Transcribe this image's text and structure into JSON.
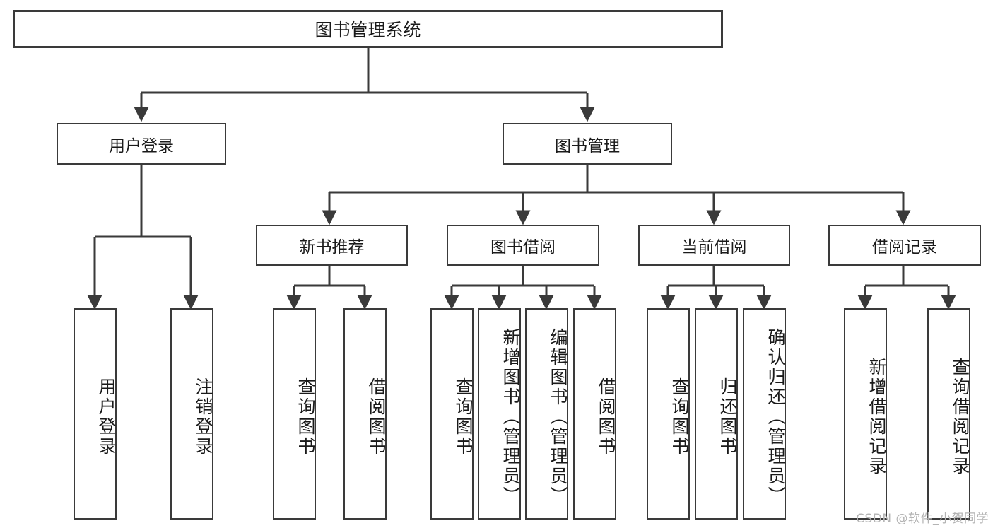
{
  "diagram": {
    "type": "tree-hierarchy",
    "title": "图书管理系统",
    "watermark": "CSDN @软件_小贺同学",
    "colors": {
      "stroke": "#3a3a3a",
      "fill": "#ffffff",
      "text": "#1a1a1a",
      "watermark": "#b4b4b4"
    },
    "nodes": {
      "root": {
        "label": "图书管理系统"
      },
      "level2": [
        {
          "id": "user-login",
          "label": "用户登录"
        },
        {
          "id": "book-manage",
          "label": "图书管理"
        }
      ],
      "level3": [
        {
          "id": "new-book-recommend",
          "label": "新书推荐"
        },
        {
          "id": "book-borrow",
          "label": "图书借阅"
        },
        {
          "id": "current-borrow",
          "label": "当前借阅"
        },
        {
          "id": "borrow-record",
          "label": "借阅记录"
        }
      ],
      "leaves": [
        {
          "id": "leaf-user-login",
          "parent": "user-login",
          "label": "用户登录"
        },
        {
          "id": "leaf-logout-login",
          "parent": "user-login",
          "label": "注销登录"
        },
        {
          "id": "leaf-query-book-1",
          "parent": "new-book-recommend",
          "label": "查询图书"
        },
        {
          "id": "leaf-borrow-book-1",
          "parent": "new-book-recommend",
          "label": "借阅图书"
        },
        {
          "id": "leaf-query-book-2",
          "parent": "book-borrow",
          "label": "查询图书"
        },
        {
          "id": "leaf-add-book",
          "parent": "book-borrow",
          "label": "新增图书（管理员）"
        },
        {
          "id": "leaf-edit-book",
          "parent": "book-borrow",
          "label": "编辑图书（管理员）"
        },
        {
          "id": "leaf-borrow-book-2",
          "parent": "book-borrow",
          "label": "借阅图书"
        },
        {
          "id": "leaf-query-book-3",
          "parent": "current-borrow",
          "label": "查询图书"
        },
        {
          "id": "leaf-return-book",
          "parent": "current-borrow",
          "label": "归还图书"
        },
        {
          "id": "leaf-confirm-return",
          "parent": "current-borrow",
          "label": "确认归还（管理员）"
        },
        {
          "id": "leaf-add-record",
          "parent": "borrow-record",
          "label": "新增借阅记录"
        },
        {
          "id": "leaf-query-record",
          "parent": "borrow-record",
          "label": "查询借阅记录"
        }
      ]
    }
  }
}
